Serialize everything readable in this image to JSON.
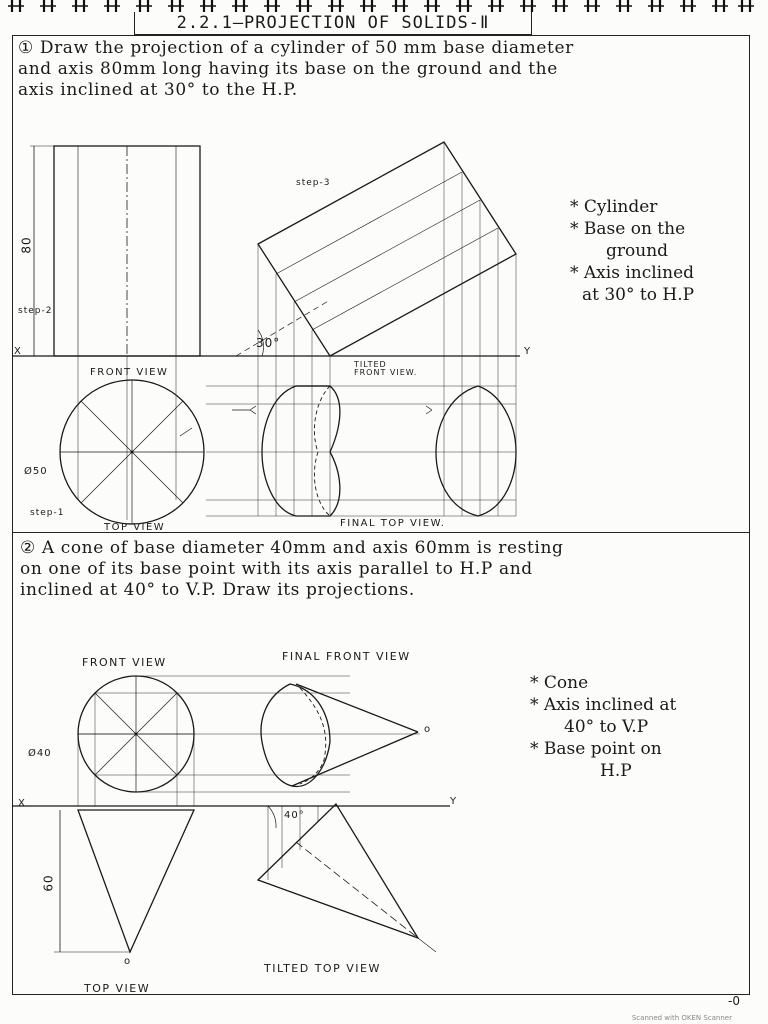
{
  "header": {
    "title": "2.2.1—PROJECTION OF SOLIDS-Ⅱ"
  },
  "q1": {
    "text": "① Draw the projection of a cylinder of 50 mm base diameter\nand axis 80mm long having its base on the ground and the\naxis inclined at 30° to the H.P.",
    "notes": [
      "* Cylinder",
      "* Base on the",
      "ground",
      "* Axis inclined",
      "at 30° to H.P"
    ],
    "labels": {
      "front_view": "FRONT VIEW",
      "top_view": "TOP VIEW",
      "tilted_front_view_1": "TILTED",
      "tilted_front_view_2": "FRONT VIEW.",
      "final_top_view": "FINAL TOP VIEW.",
      "step3": "step-3",
      "step2": "step-2",
      "step1": "step-1",
      "dim_80": "80",
      "dia_50": "Ø50",
      "angle_30": "30°",
      "x": "X",
      "y": "Y"
    }
  },
  "q2": {
    "text": "② A cone of base diameter 40mm and axis 60mm is resting\non one of its base point with its axis parallel to H.P and\ninclined at 40° to V.P. Draw its projections.",
    "notes": [
      "* Cone",
      "* Axis inclined at",
      "40° to V.P",
      "* Base point on",
      "H.P"
    ],
    "labels": {
      "front_view": "FRONT VIEW",
      "final_front_view": "FINAL FRONT VIEW",
      "tilted_top_view": "TILTED TOP VIEW",
      "top_view": "TOP VIEW",
      "dia_40": "Ø40",
      "dim_60": "60",
      "angle_40": "40°",
      "x": "X",
      "y": "Y",
      "apex": "o"
    }
  },
  "footer": {
    "scanner": "Scanned with OKEN Scanner",
    "page": "-0"
  }
}
